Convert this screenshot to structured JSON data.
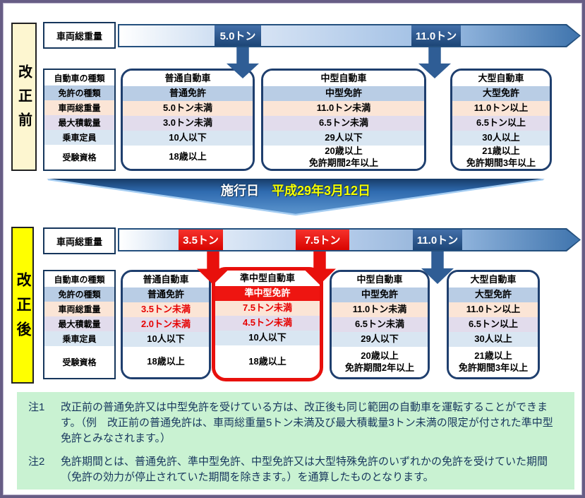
{
  "banner": {
    "label": "施行日",
    "date": "平成29年3月12日"
  },
  "row_headers": [
    "自動車の種類",
    "免許の種類",
    "車両総重量",
    "最大積載量",
    "乗車定員",
    "受験資格"
  ],
  "sections": {
    "before": {
      "label": "改正前",
      "axis_label": "車両総重量",
      "markers": [
        "5.0トン",
        "11.0トン"
      ],
      "vehicles": [
        {
          "name": "普通自動車",
          "license": "普通免許",
          "gvw": "5.0トン未満",
          "payload": "3.0トン未満",
          "capacity": "10人以下",
          "eligibility": "18歳以上"
        },
        {
          "name": "中型自動車",
          "license": "中型免許",
          "gvw": "11.0トン未満",
          "payload": "6.5トン未満",
          "capacity": "29人以下",
          "eligibility": "20歳以上\n免許期間2年以上"
        },
        {
          "name": "大型自動車",
          "license": "大型免許",
          "gvw": "11.0トン以上",
          "payload": "6.5トン以上",
          "capacity": "30人以上",
          "eligibility": "21歳以上\n免許期間3年以上"
        }
      ]
    },
    "after": {
      "label": "改正後",
      "axis_label": "車両総重量",
      "markers": [
        "3.5トン",
        "7.5トン",
        "11.0トン"
      ],
      "vehicles": [
        {
          "name": "普通自動車",
          "license": "普通免許",
          "gvw": "3.5トン未満",
          "payload": "2.0トン未満",
          "capacity": "10人以下",
          "eligibility": "18歳以上",
          "red_values": true
        },
        {
          "name": "準中型自動車",
          "license": "準中型免許",
          "gvw": "7.5トン未満",
          "payload": "4.5トン未満",
          "capacity": "10人以下",
          "eligibility": "18歳以上",
          "red_values": true,
          "new": true,
          "red_license": true
        },
        {
          "name": "中型自動車",
          "license": "中型免許",
          "gvw": "11.0トン未満",
          "payload": "6.5トン未満",
          "capacity": "29人以下",
          "eligibility": "20歳以上\n免許期間2年以上"
        },
        {
          "name": "大型自動車",
          "license": "大型免許",
          "gvw": "11.0トン以上",
          "payload": "6.5トン以上",
          "capacity": "30人以上",
          "eligibility": "21歳以上\n免許期間3年以上"
        }
      ]
    }
  },
  "notes": [
    {
      "label": "注1",
      "text": "改正前の普通免許又は中型免許を受けている方は、改正後も同じ範囲の自動車を運転することができます。（例　改正前の普通免許は、車両総重量5トン未満及び最大積載量3トン未満の限定が付された準中型免許とみなされます。）"
    },
    {
      "label": "注2",
      "text": "免許期間とは、普通免許、準中型免許、中型免許又は大型特殊免許のいずれかの免許を受けていた期間（免許の効力が停止されていた期間を除きます。）を通算したものとなります。"
    }
  ],
  "colors": {
    "accent_red": "#e8100c",
    "steel_blue": "#2f5d95",
    "highlight_yellow": "#ffff00",
    "notes_green": "#c9f2d2"
  }
}
